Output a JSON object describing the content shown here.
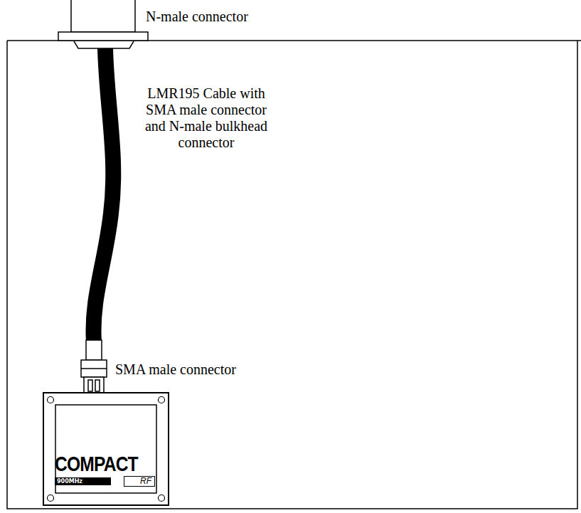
{
  "diagram": {
    "nodes": [
      {
        "text": [
          "COMPACT",
          "900MHz",
          "RF"
        ]
      }
    ],
    "labels": [
      "N-male connector",
      "LMR195 Cable with SMA male connector and N-male bulkhead connector",
      "SMA male connector"
    ]
  }
}
